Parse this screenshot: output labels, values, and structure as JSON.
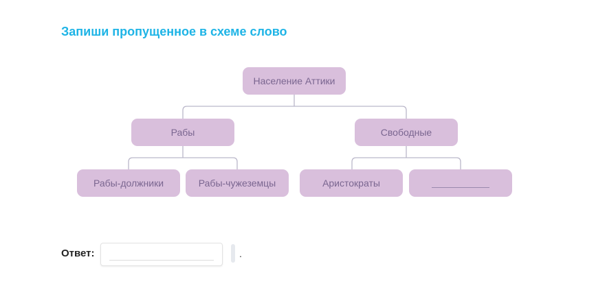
{
  "task": {
    "title": "Запиши пропущенное в схеме слово"
  },
  "diagram": {
    "root": "Население Аттики",
    "level1": [
      "Рабы",
      "Свободные"
    ],
    "level2": [
      "Рабы-должники",
      "Рабы-чужеземцы",
      "Аристократы",
      ""
    ]
  },
  "answer": {
    "label": "Ответ:",
    "value": "",
    "suffix": "."
  },
  "colors": {
    "title": "#1eb4e6",
    "box": "#d9bfdc",
    "box_text": "#7a6690",
    "line": "#b9b6c9"
  }
}
